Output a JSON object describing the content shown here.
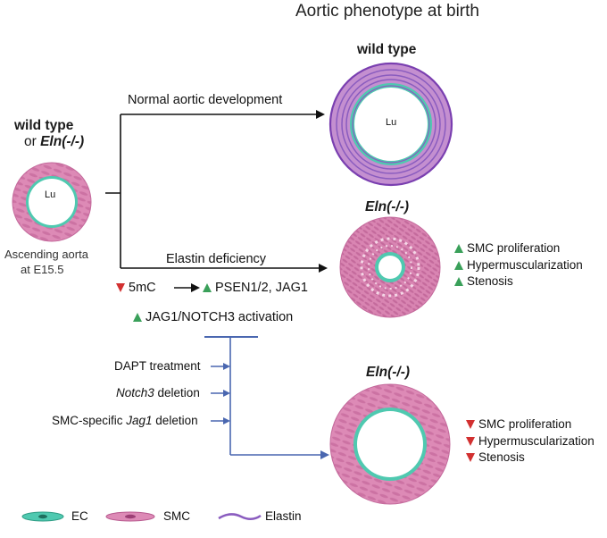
{
  "title": "Aortic phenotype at birth",
  "left": {
    "genotype_line1": "wild type",
    "genotype_line2_prefix": "or ",
    "genotype_line2_gene": "Eln(-/-)",
    "lumen": "Lu",
    "caption_line1": "Ascending aorta",
    "caption_line2": "at E15.5"
  },
  "branches": {
    "top_label": "Normal aortic development",
    "middle_label": "Elastin deficiency"
  },
  "mechanism": {
    "line1_left": "5mC",
    "line1_right": "PSEN1/2, JAG1",
    "line2": "JAG1/NOTCH3 activation"
  },
  "treatments": [
    {
      "prefix": "DAPT treatment",
      "gene": "",
      "suffix": ""
    },
    {
      "prefix": "",
      "gene": "Notch3",
      "suffix": " deletion"
    },
    {
      "prefix": "SMC-specific ",
      "gene": "Jag1",
      "suffix": " deletion"
    }
  ],
  "outcomes": {
    "wild_type": {
      "label": "wild type",
      "lumen": "Lu"
    },
    "eln_untreated": {
      "label": "Eln(-/-)",
      "effects": [
        {
          "text": "SMC proliferation",
          "direction": "up"
        },
        {
          "text": "Hypermuscularization",
          "direction": "up"
        },
        {
          "text": "Stenosis",
          "direction": "up"
        }
      ]
    },
    "eln_treated": {
      "label": "Eln(-/-)",
      "effects": [
        {
          "text": "SMC proliferation",
          "direction": "down"
        },
        {
          "text": "Hypermuscularization",
          "direction": "down"
        },
        {
          "text": "Stenosis",
          "direction": "down"
        }
      ]
    }
  },
  "legend": [
    {
      "label": "EC",
      "icon": "ec-cell-icon"
    },
    {
      "label": "SMC",
      "icon": "smc-cell-icon"
    },
    {
      "label": "Elastin",
      "icon": "elastin-fiber-icon"
    }
  ],
  "colors": {
    "smc": "#d77fae",
    "smc_dark": "#b85a8f",
    "ec": "#4fc9b0",
    "elastin": "#8a5cbf",
    "arrow_blue": "#4a67b0",
    "up": "#3aa05a",
    "down": "#d23030"
  }
}
